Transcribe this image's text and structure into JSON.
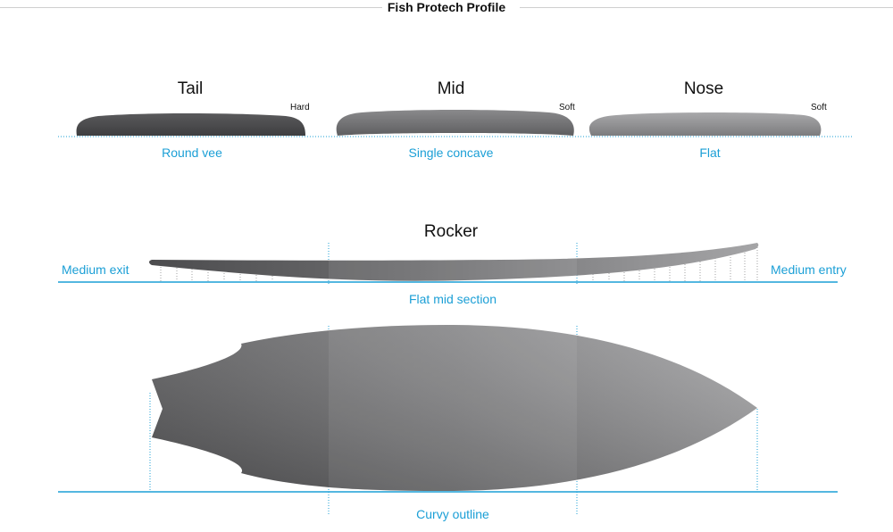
{
  "title": "Fish Protech Profile",
  "sections": [
    {
      "heading": "Tail",
      "edge": "Hard",
      "profile": "Round vee"
    },
    {
      "heading": "Mid",
      "edge": "Soft",
      "profile": "Single concave"
    },
    {
      "heading": "Nose",
      "edge": "Soft",
      "profile": "Flat"
    }
  ],
  "rocker": {
    "heading": "Rocker",
    "exit": "Medium exit",
    "entry": "Medium entry",
    "mid": "Flat mid section"
  },
  "outline": {
    "label": "Curvy outline"
  },
  "colors": {
    "accent": "#1b9fd6",
    "board_dark": "#4a4a4c",
    "board_light": "#a8a8aa"
  }
}
